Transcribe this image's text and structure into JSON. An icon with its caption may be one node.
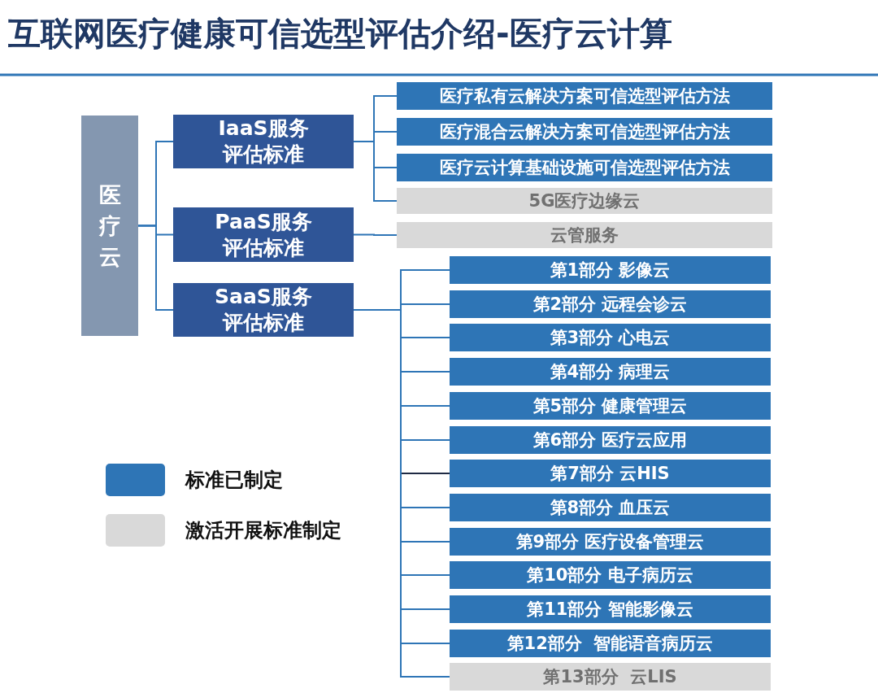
{
  "diagram": {
    "title": "互联网医疗健康可信选型评估介绍-医疗云计算",
    "nodes": [
      {
        "text": [
          "医疗云"
        ]
      },
      {
        "text": [
          "IaaS服务评估标准"
        ]
      },
      {
        "text": [
          "PaaS服务评估标准"
        ]
      },
      {
        "text": [
          "SaaS服务评估标准"
        ]
      },
      {
        "text": [
          "医疗私有云解决方案可信选型评估方法"
        ]
      },
      {
        "text": [
          "医疗混合云解决方案可信选型评估方法"
        ]
      },
      {
        "text": [
          "医疗云计算基础设施可信选型评估方法"
        ]
      },
      {
        "text": [
          "5G医疗边缘云"
        ]
      },
      {
        "text": [
          "云管服务"
        ]
      },
      {
        "text": [
          "第1部分 影像云"
        ]
      },
      {
        "text": [
          "第2部分 远程会诊云"
        ]
      },
      {
        "text": [
          "第3部分 心电云"
        ]
      },
      {
        "text": [
          "第4部分 病理云"
        ]
      },
      {
        "text": [
          "第5部分 健康管理云"
        ]
      },
      {
        "text": [
          "第6部分 医疗云应用"
        ]
      },
      {
        "text": [
          "第7部分 云HIS"
        ]
      },
      {
        "text": [
          "第8部分 血压云"
        ]
      },
      {
        "text": [
          "第9部分 医疗设备管理云"
        ]
      },
      {
        "text": [
          "第10部分 电子病历云"
        ]
      },
      {
        "text": [
          "第11部分 智能影像云"
        ]
      },
      {
        "text": [
          "第12部分  智能语音病历云"
        ]
      },
      {
        "text": [
          "第13部分  云LIS"
        ]
      }
    ],
    "edges": [
      {
        "from": 0,
        "to": 1,
        "arrow": "none"
      },
      {
        "from": 0,
        "to": 2,
        "arrow": "none"
      },
      {
        "from": 0,
        "to": 3,
        "arrow": "none"
      },
      {
        "from": 1,
        "to": 4,
        "arrow": "none"
      },
      {
        "from": 1,
        "to": 5,
        "arrow": "none"
      },
      {
        "from": 1,
        "to": 6,
        "arrow": "none"
      },
      {
        "from": 1,
        "to": 7,
        "arrow": "none"
      },
      {
        "from": 2,
        "to": 8,
        "arrow": "none"
      },
      {
        "from": 3,
        "to": 9,
        "arrow": "none"
      },
      {
        "from": 3,
        "to": 10,
        "arrow": "none"
      },
      {
        "from": 3,
        "to": 11,
        "arrow": "none"
      },
      {
        "from": 3,
        "to": 12,
        "arrow": "none"
      },
      {
        "from": 3,
        "to": 13,
        "arrow": "none"
      },
      {
        "from": 3,
        "to": 14,
        "arrow": "none"
      },
      {
        "from": 3,
        "to": 15,
        "arrow": "none",
        "color": "#1f2a44"
      },
      {
        "from": 3,
        "to": 16,
        "arrow": "none"
      },
      {
        "from": 3,
        "to": 17,
        "arrow": "none"
      },
      {
        "from": 3,
        "to": 18,
        "arrow": "none"
      },
      {
        "from": 3,
        "to": 19,
        "arrow": "none"
      },
      {
        "from": 3,
        "to": 20,
        "arrow": "none"
      },
      {
        "from": 3,
        "to": 21,
        "arrow": "none"
      }
    ],
    "legend": [
      {
        "text": "标准已制定",
        "color": "#2e75b6"
      },
      {
        "text": "激活开展标准制定",
        "color": "#d9d9d9"
      }
    ]
  }
}
